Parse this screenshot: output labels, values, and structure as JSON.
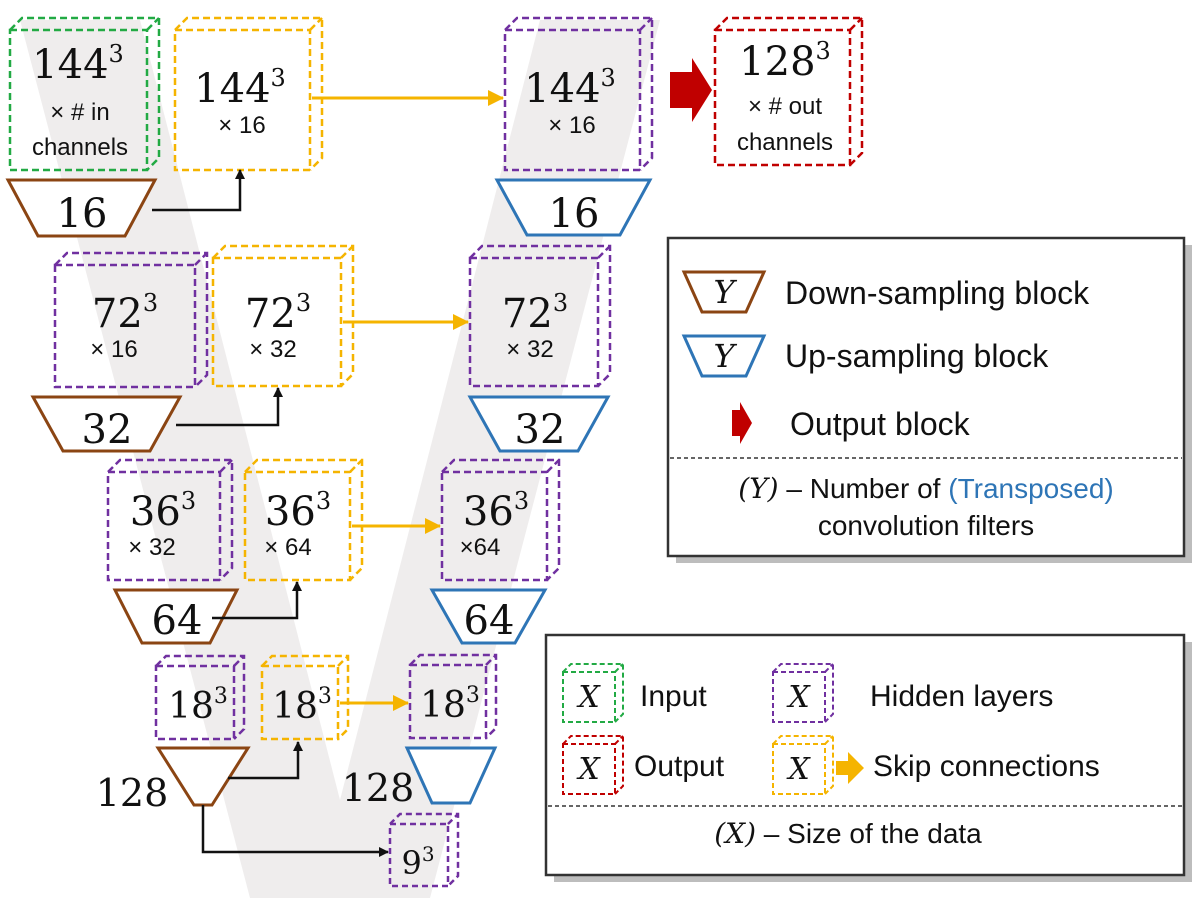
{
  "colors": {
    "input": "#22aa44",
    "hidden": "#7030a0",
    "skip": "#f5b400",
    "output": "#c00000",
    "down": "#8b4513",
    "up": "#2e75b6",
    "arrow": "#111111",
    "vshape": "#efeded",
    "transposed": "#2e75b6"
  },
  "encoder": {
    "input_box": {
      "size": "144",
      "exp": "3",
      "line1": "× # in",
      "line2": "channels"
    },
    "row1_skip": {
      "size": "144",
      "exp": "3",
      "ch": "× 16"
    },
    "row1_down": "16",
    "row2_hidden": {
      "size": "72",
      "exp": "3",
      "ch": "× 16"
    },
    "row2_skip": {
      "size": "72",
      "exp": "3",
      "ch": "× 32"
    },
    "row2_down": "32",
    "row3_hidden": {
      "size": "36",
      "exp": "3",
      "ch": "× 32"
    },
    "row3_skip": {
      "size": "36",
      "exp": "3",
      "ch": "× 64"
    },
    "row3_down": "64",
    "row4_hidden": {
      "size": "18",
      "exp": "3"
    },
    "row4_skip": {
      "size": "18",
      "exp": "3"
    },
    "row4_down": "128"
  },
  "bottleneck": {
    "size": "9",
    "exp": "3"
  },
  "decoder": {
    "row1_hidden": {
      "size": "144",
      "exp": "3",
      "ch": "× 16"
    },
    "row1_up": "16",
    "row2_hidden": {
      "size": "72",
      "exp": "3",
      "ch": "× 32"
    },
    "row2_up": "32",
    "row3_hidden": {
      "size": "36",
      "exp": "3",
      "ch": "×64"
    },
    "row3_up": "64",
    "row4_hidden": {
      "size": "18",
      "exp": "3"
    },
    "row4_up": "128"
  },
  "output_box": {
    "size": "128",
    "exp": "3",
    "line1": "× # out",
    "line2": "channels"
  },
  "legend1": {
    "symbol": "Y",
    "down_label": "Down-sampling block",
    "up_label": "Up-sampling block",
    "output_label": "Output block",
    "note_y": "(Y)",
    "note_part1": " – Number of ",
    "note_part2": "(Transposed)",
    "note_line2": "convolution filters"
  },
  "legend2": {
    "symbol": "X",
    "input_label": "Input",
    "output_label": "Output",
    "hidden_label": "Hidden layers",
    "skip_label": "Skip connections",
    "note_x": "(X)",
    "note_rest": " – Size of the data"
  }
}
